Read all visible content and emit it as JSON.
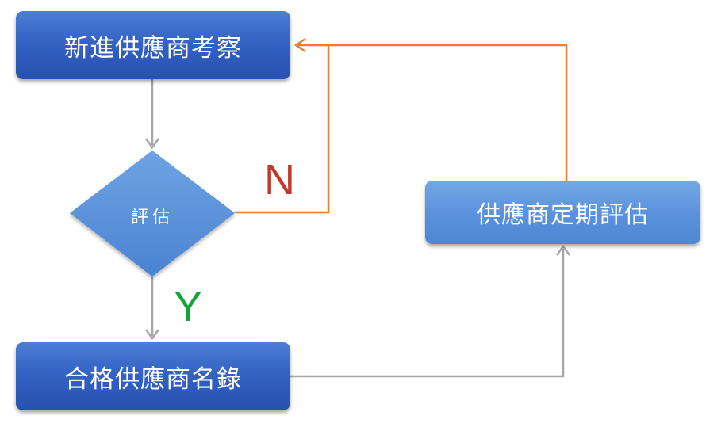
{
  "nodes": {
    "new_supplier": "新進供應商考察",
    "evaluate": "評估",
    "qualified_list": "合格供應商名錄",
    "periodic_review": "供應商定期評估"
  },
  "branches": {
    "no": "N",
    "yes": "Y"
  },
  "colors": {
    "dark_box": "#3463c4",
    "light_box": "#5b92dc",
    "feedback_arrow": "#ed7d31",
    "flow_arrow": "#a6a6a6",
    "no_label": "#c0392b",
    "yes_label": "#13a538"
  }
}
